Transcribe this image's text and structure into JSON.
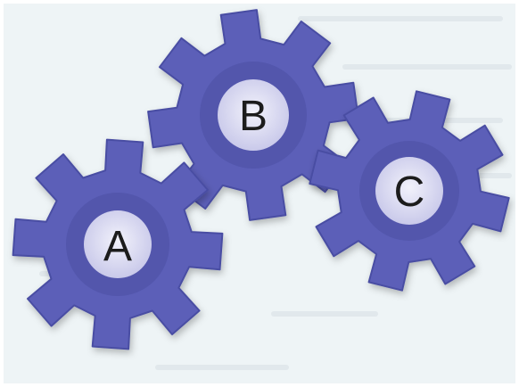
{
  "gears": [
    {
      "letter": "A",
      "teeth": 8,
      "color": "#5b5fb8"
    },
    {
      "letter": "B",
      "teeth": 8,
      "color": "#5b5fb8"
    },
    {
      "letter": "C",
      "teeth": 8,
      "color": "#5b5fb8"
    }
  ],
  "colors": {
    "background": "#eef4f6",
    "gear_fill": "#5b5fb8",
    "gear_shade": "#4a4ea3",
    "hub": "#d9d9f2",
    "letter": "#1b1b1b"
  }
}
